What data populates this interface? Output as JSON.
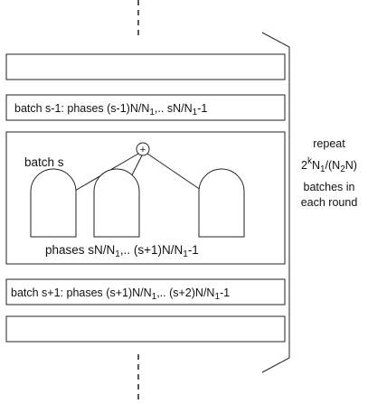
{
  "diagram": {
    "batch_prev": {
      "label_prefix": "batch s-1: phases (s-1)N/N",
      "label_sub1": "1",
      "label_mid": ",.. sN/N",
      "label_sub2": "1",
      "label_suffix": "-1"
    },
    "batch_current": {
      "title": "batch s",
      "plus_symbol": "+",
      "phases_prefix": "phases sN/N",
      "phases_sub1": "1",
      "phases_mid": ",.. (s+1)N/N",
      "phases_sub2": "1",
      "phases_suffix": "-1"
    },
    "batch_next": {
      "label_prefix": "batch s+1: phases (s+1)N/N",
      "label_sub1": "1",
      "label_mid": ",.. (s+2)N/N",
      "label_sub2": "1",
      "label_suffix": "-1"
    },
    "repeat_note": {
      "line1": "repeat",
      "line2_prefix": "2",
      "line2_sup": "k",
      "line2_mid": "N",
      "line2_sub1": "1",
      "line2_rest": "/(N",
      "line2_sub2": "2",
      "line2_suffix": "N)",
      "line3": "batches in",
      "line4": "each round"
    }
  }
}
